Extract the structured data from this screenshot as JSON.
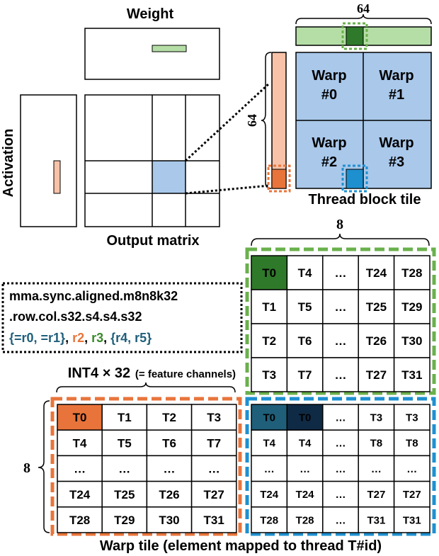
{
  "labels": {
    "weight": "Weight",
    "activation": "Activation",
    "output_matrix": "Output matrix",
    "thread_block_tile": "Thread block tile",
    "dim_64_top": "64",
    "dim_64_side": "64",
    "dim_8_right": "8",
    "dim_8_left": "8",
    "int4_label": "INT4 × 32",
    "feature_channels": "(= feature channels)",
    "warp_tile_caption": "Warp tile (element mapped to thread T#id)"
  },
  "warps": [
    {
      "line1": "Warp",
      "line2": "#0"
    },
    {
      "line1": "Warp",
      "line2": "#1"
    },
    {
      "line1": "Warp",
      "line2": "#2"
    },
    {
      "line1": "Warp",
      "line2": "#3"
    }
  ],
  "mma": {
    "line1": "mma.sync.aligned.m8n8k32",
    "line2": ".row.col.s32.s4.s4.s32",
    "line3": [
      {
        "text": "{=r0, =r1}",
        "color": "#1f5f7a"
      },
      {
        "text": ", ",
        "color": "#000000"
      },
      {
        "text": "r2",
        "color": "#e8743b"
      },
      {
        "text": ", ",
        "color": "#000000"
      },
      {
        "text": "r3",
        "color": "#3a8a2a"
      },
      {
        "text": ", ",
        "color": "#000000"
      },
      {
        "text": "{r4, r5}",
        "color": "#1f5f7a"
      }
    ]
  },
  "grids": {
    "top_right": [
      [
        "T0",
        "T4",
        "…",
        "T24",
        "T28"
      ],
      [
        "T1",
        "T5",
        "…",
        "T25",
        "T29"
      ],
      [
        "T2",
        "T6",
        "…",
        "T26",
        "T30"
      ],
      [
        "T3",
        "T7",
        "…",
        "T27",
        "T31"
      ]
    ],
    "bottom_left": [
      [
        "T0",
        "T1",
        "T2",
        "T3"
      ],
      [
        "T4",
        "T5",
        "T6",
        "T7"
      ],
      [
        "…",
        "…",
        "…",
        "…"
      ],
      [
        "T24",
        "T25",
        "T26",
        "T27"
      ],
      [
        "T28",
        "T29",
        "T30",
        "T31"
      ]
    ],
    "bottom_right": [
      [
        "T0",
        "T0",
        "…",
        "T3",
        "T3"
      ],
      [
        "T4",
        "T4",
        "…",
        "T8",
        "T8"
      ],
      [
        "…",
        "…",
        "…",
        "…",
        "…"
      ],
      [
        "T24",
        "T24",
        "…",
        "T27",
        "T27"
      ],
      [
        "T28",
        "T28",
        "…",
        "T31",
        "T31"
      ]
    ]
  },
  "colors": {
    "green_light": "#b5dea6",
    "green_dark": "#2f7a2a",
    "green_dash": "#6ab04c",
    "salmon_light": "#f7c2a8",
    "orange": "#e8743b",
    "blue_light": "#a9c8ea",
    "blue_accent": "#1e90d0",
    "blue_dark_1": "#1f5f7a",
    "blue_dark_2": "#0f2a45"
  }
}
